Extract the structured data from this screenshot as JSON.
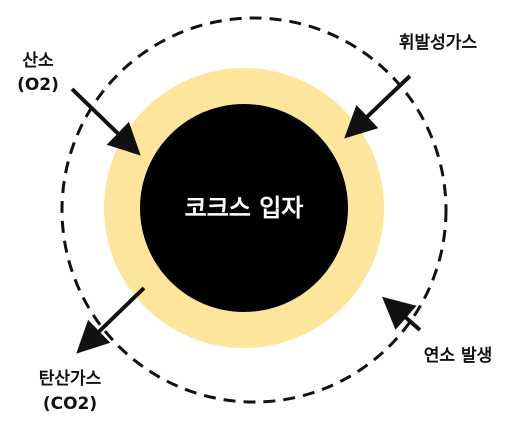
{
  "core": {
    "label": "코크스 입자",
    "fill_color": "#000000",
    "text_color": "#ffffff"
  },
  "reaction_zone": {
    "fill_color": "#fde69c"
  },
  "boundary": {
    "stroke_color": "#111111",
    "style": "dashed"
  },
  "labels": {
    "oxygen_line1": "산소",
    "oxygen_line2": "(O2)",
    "volatile_gas": "휘발성가스",
    "carbon_dioxide_line1": "탄산가스",
    "carbon_dioxide_line2": "(CO2)",
    "combustion": "연소 발생"
  },
  "arrows": [
    {
      "name": "oxygen-inflow",
      "direction": "inward"
    },
    {
      "name": "volatile-gas-inflow",
      "direction": "inward"
    },
    {
      "name": "carbon-dioxide-outflow",
      "direction": "outward"
    },
    {
      "name": "combustion-pointer",
      "direction": "toward-boundary"
    }
  ]
}
